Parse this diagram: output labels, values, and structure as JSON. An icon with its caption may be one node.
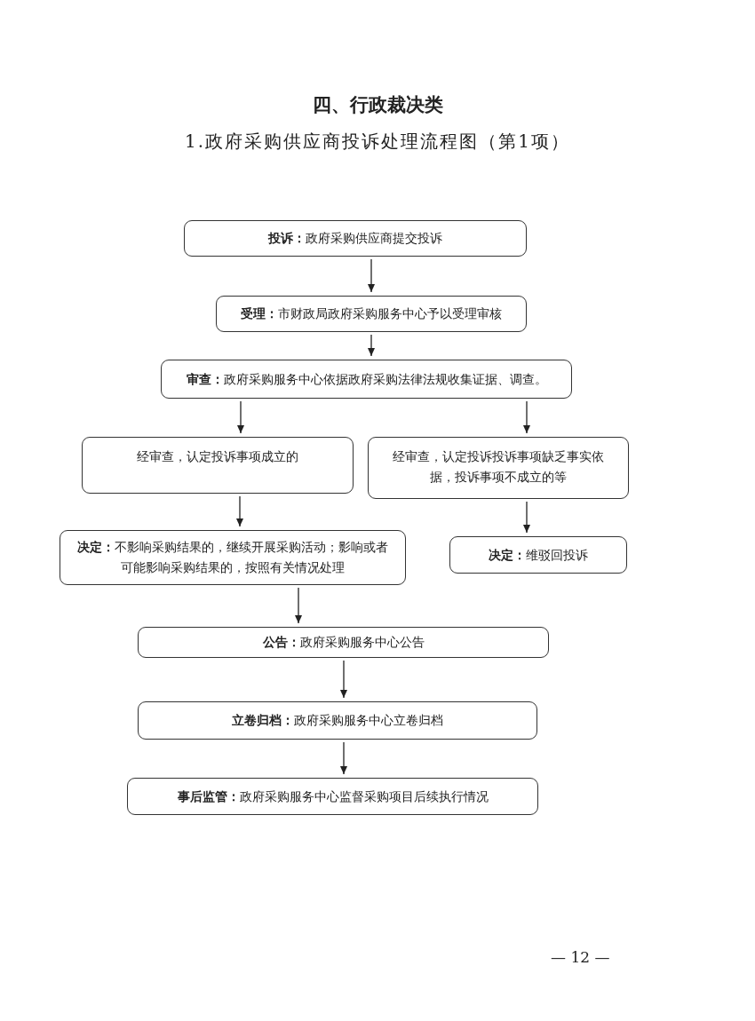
{
  "diagram": {
    "title": "四、行政裁决类",
    "caption": "1.政府采购供应商投诉处理流程图（第1项）",
    "nodes": [
      {
        "text": [
          "**投诉：**政府采购供应商提交投诉"
        ]
      },
      {
        "text": [
          "**受理：**市财政局政府采购服务中心予以受理审核"
        ]
      },
      {
        "text": [
          "**审查：**政府采购服务中心依据政府采购法律法规收集证据、调查。"
        ]
      },
      {
        "text": [
          "经审查，认定投诉事项成立的"
        ]
      },
      {
        "text": [
          "经审查，认定投诉投诉事项缺乏事实依据，投诉事项不成立的等"
        ]
      },
      {
        "text": [
          "**决定：**不影响采购结果的，继续开展采购活动；影响或者可能影响采购结果的，按照有关情况处理"
        ]
      },
      {
        "text": [
          "**决定：**维驳回投诉"
        ]
      },
      {
        "text": [
          "**公告：**政府采购服务中心公告"
        ]
      },
      {
        "text": [
          "**立卷归档：**政府采购服务中心立卷归档"
        ]
      },
      {
        "text": [
          "**事后监管：**政府采购服务中心监督采购项目后续执行情况"
        ]
      }
    ],
    "edges": [
      {
        "from": 0,
        "to": 1,
        "arrow": "to"
      },
      {
        "from": 1,
        "to": 2,
        "arrow": "to"
      },
      {
        "from": 2,
        "to": 3,
        "arrow": "to"
      },
      {
        "from": 2,
        "to": 4,
        "arrow": "to"
      },
      {
        "from": 3,
        "to": 5,
        "arrow": "to"
      },
      {
        "from": 4,
        "to": 6,
        "arrow": "to"
      },
      {
        "from": 5,
        "to": 7,
        "arrow": "to"
      },
      {
        "from": 7,
        "to": 8,
        "arrow": "to"
      },
      {
        "from": 8,
        "to": 9,
        "arrow": "to"
      }
    ],
    "labels": [
      "— 12 —"
    ]
  }
}
